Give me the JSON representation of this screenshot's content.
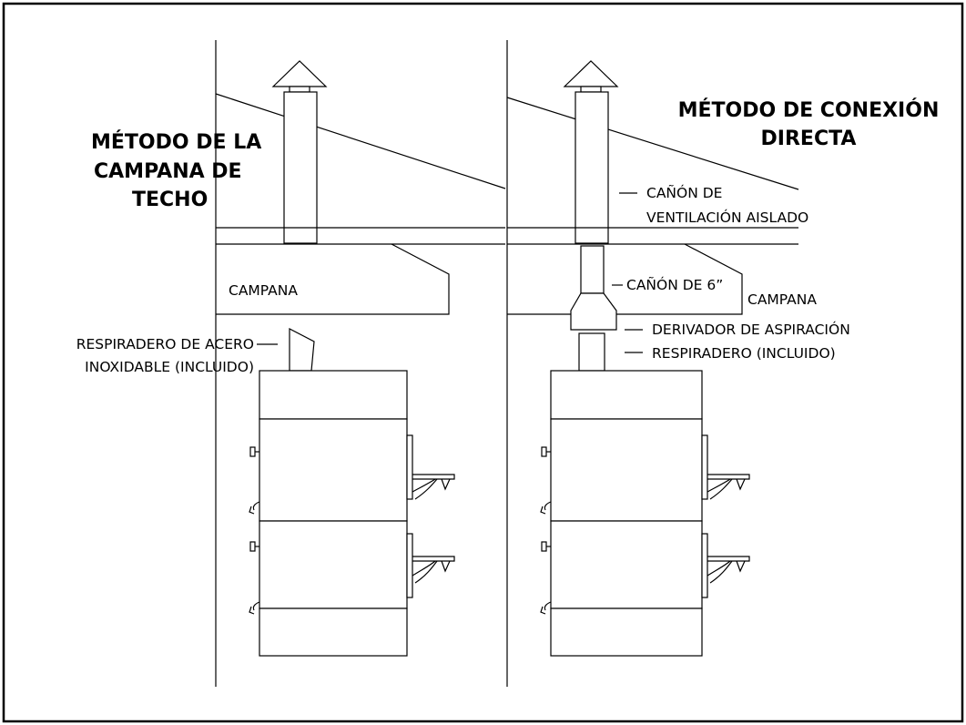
{
  "left_method": {
    "title_lines": [
      "MÉTODO DE LA",
      "CAMPANA DE",
      "TECHO"
    ],
    "hood_label": "CAMPANA",
    "vent_label_lines": [
      "RESPIRADERO DE ACERO",
      "INOXIDABLE (INCLUIDO)"
    ]
  },
  "right_method": {
    "title_lines": [
      "MÉTODO DE CONEXIÓN",
      "DIRECTA"
    ],
    "insulated_pipe_label_lines": [
      "CAÑÓN DE",
      "VENTILACIÓN AISLADO"
    ],
    "pipe_label": "CAÑÓN DE 6”",
    "hood_label": "CAMPANA",
    "draft_diverter_label": "DERIVADOR DE ASPIRACIÓN",
    "vent_label": "RESPIRADERO (INCLUIDO)"
  }
}
